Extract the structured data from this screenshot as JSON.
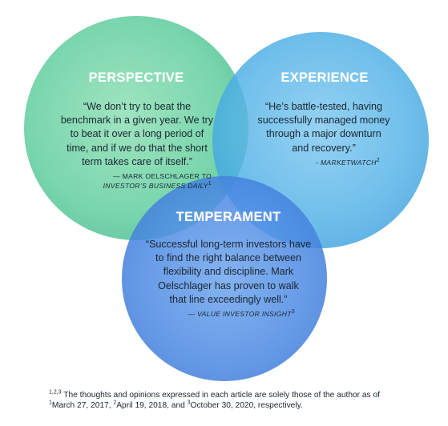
{
  "colors": {
    "perspective": "#5fcf9b",
    "experience": "#4eaee8",
    "temperament": "#3f7fe0"
  },
  "circles": {
    "perspective": {
      "title": "PERSPECTIVE",
      "quote_lines": [
        "“We don’t try to beat the",
        "benchmark in a given year. We try",
        "to beat it over a long period of",
        "time, and if we do that the short",
        "term takes care of itself.”"
      ],
      "cite_prefix": "— MARK OELSCHLAGER TO",
      "cite_source": "INVESTOR’S BUSINESS DAILY",
      "cite_note": "1"
    },
    "experience": {
      "title": "EXPERIENCE",
      "quote_lines": [
        "“He’s battle-tested, having",
        "successfully managed money",
        "through a major downturn",
        "and recovery.”"
      ],
      "cite_prefix": "-",
      "cite_source": "MARKETWATCH",
      "cite_note": "2"
    },
    "temperament": {
      "title": "TEMPERAMENT",
      "quote_lines": [
        "“Successful long-term investors have",
        "to find the right balance between",
        "flexibility and discipline. Mark",
        "Oelschlager has proven to walk",
        "that line exceedingly well.”"
      ],
      "cite_prefix": "—",
      "cite_source": "VALUE INVESTOR INSIGHT",
      "cite_note": "3"
    }
  },
  "footnote": {
    "markers": "1,2,3",
    "line1": "The thoughts and opinions expressed in each article are solely those of the author as of",
    "line2_parts": [
      {
        "note": "1",
        "text": "March 27, 2017, "
      },
      {
        "note": "2",
        "text": "April 19, 2018, and "
      },
      {
        "note": "3",
        "text": "October 30, 2020, respectively."
      }
    ]
  }
}
